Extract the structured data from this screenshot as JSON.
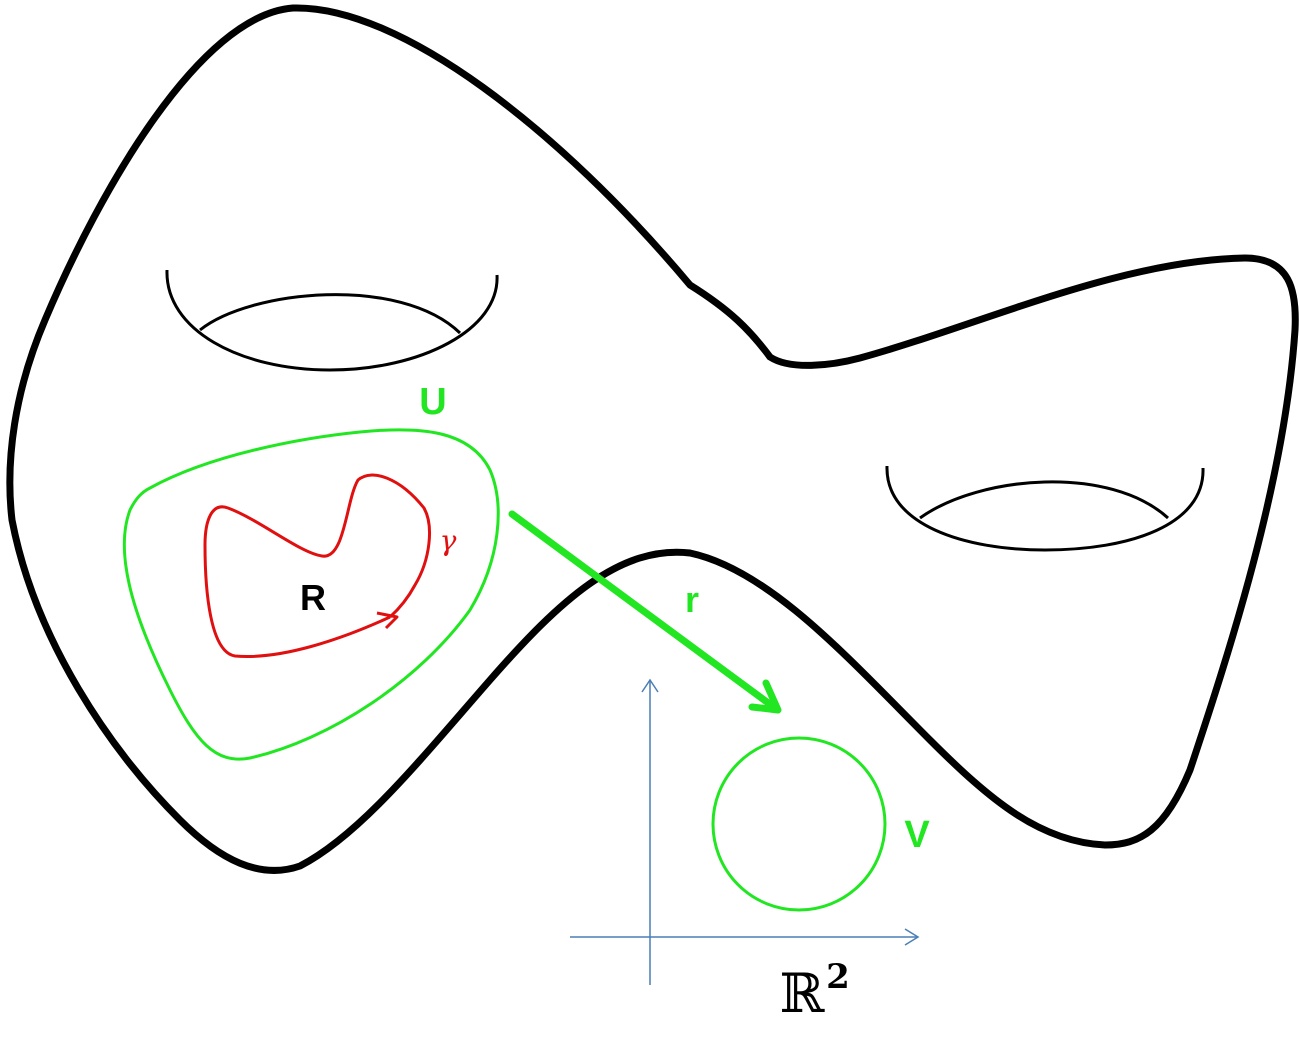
{
  "labels": {
    "chart_region": "U",
    "region": "R",
    "curve": "γ",
    "map": "r",
    "image_region": "V",
    "plane_symbol": "ℝ",
    "plane_exponent": "2"
  },
  "colors": {
    "surface": "#000000",
    "chart": "#22e622",
    "curve": "#e01010",
    "axes": "#4a7fb5"
  }
}
